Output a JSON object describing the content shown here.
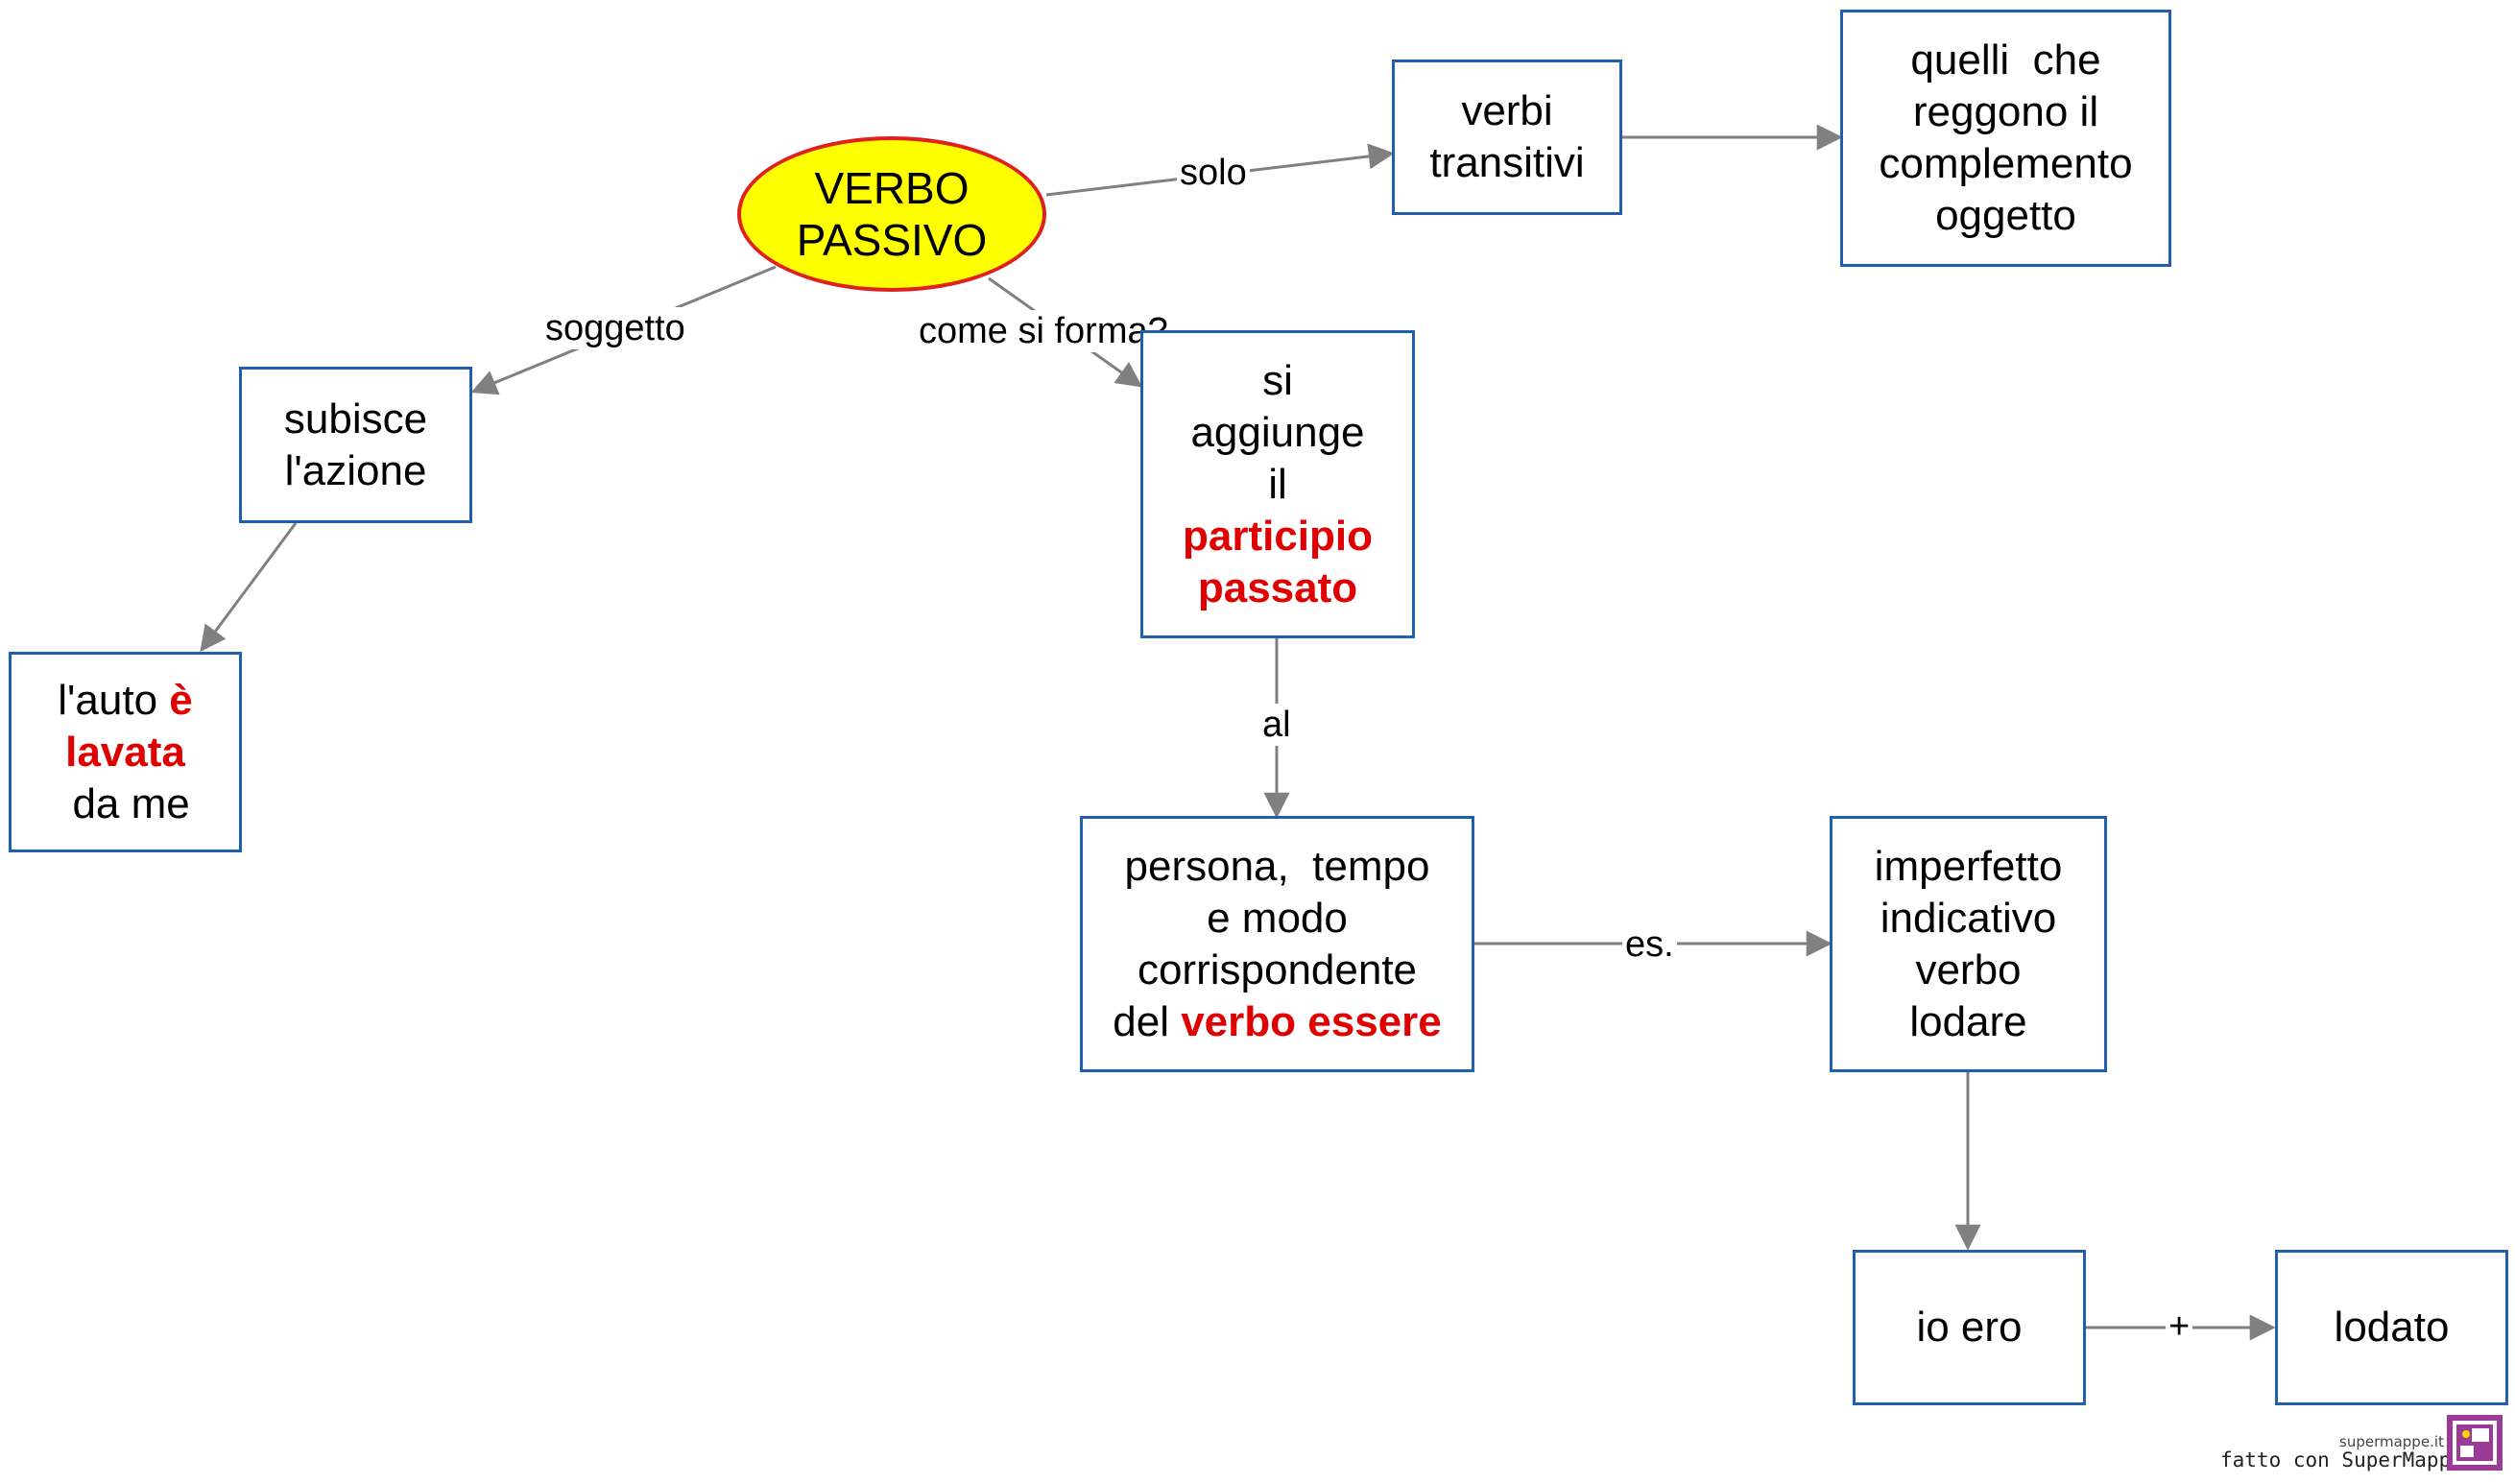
{
  "diagram": {
    "root": {
      "line1": "VERBO",
      "line2": "PASSIVO"
    },
    "nodes": {
      "verbi_transitivi": {
        "line1": "verbi",
        "line2": "transitivi"
      },
      "complemento": {
        "line1": "quelli  che",
        "line2": "reggono il",
        "line3": "complemento",
        "line4": "oggetto"
      },
      "subisce": {
        "line1": "subisce",
        "line2": "l'azione"
      },
      "auto": {
        "pre": "l'auto ",
        "hl1": "è",
        "hl2": "lavata",
        "post": " da me"
      },
      "participio": {
        "line1": "si",
        "line2": "aggiunge",
        "line3": "il",
        "hl1": "participio",
        "hl2": "passato"
      },
      "persona": {
        "line1": "persona,  tempo",
        "line2": "e modo",
        "line3": "corrispondente",
        "pre4": "del ",
        "hl": "verbo essere"
      },
      "imperfetto": {
        "line1": "imperfetto",
        "line2": "indicativo",
        "line3": "verbo",
        "line4": "lodare"
      },
      "io_ero": {
        "line1": "io ero"
      },
      "lodato": {
        "line1": "lodato"
      }
    },
    "edge_labels": {
      "solo": "solo",
      "soggetto": "soggetto",
      "come_si_forma": "come si forma?",
      "al": "al",
      "es": "es.",
      "plus": "+"
    },
    "colors": {
      "box_border": "#1f5fae",
      "highlight": "#e00000",
      "root_fill": "#ffff00",
      "root_border": "#e0201b",
      "edge": "#808080"
    }
  },
  "footer": {
    "site": "supermappe.it",
    "credit": "fatto con SuperMappe"
  }
}
